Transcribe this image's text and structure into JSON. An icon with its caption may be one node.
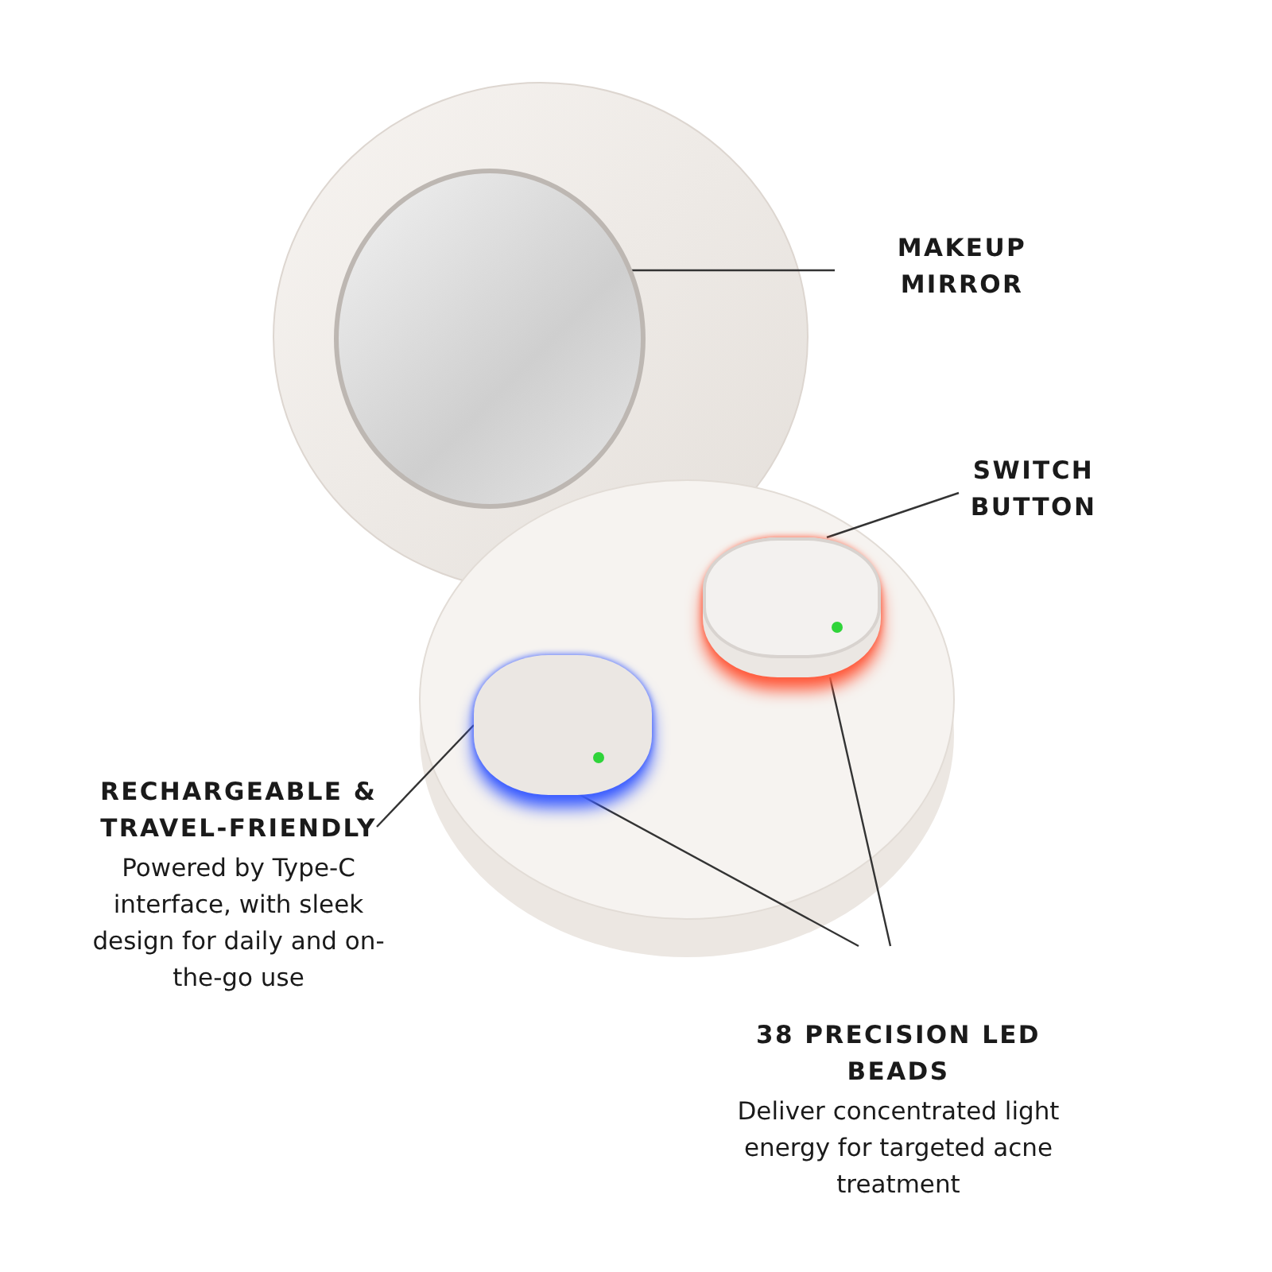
{
  "diagram": {
    "nodes": [
      {
        "text": [
          "MAKEUP MIRROR"
        ]
      },
      {
        "text": [],
        "shape": "circle"
      },
      {
        "text": [
          "SWITCH BUTTON"
        ]
      },
      {
        "text": [],
        "shape": "box"
      },
      {
        "text": [],
        "shape": "box",
        "in": 3
      },
      {
        "text": [
          "RECHARGEABLE & TRAVEL-FRIENDLY",
          "Powered by Type-C interface, with sleek design for daily and on-the-go use"
        ]
      },
      {
        "text": [],
        "shape": "box"
      },
      {
        "text": [
          "38 PRECISION LED BEADS",
          "Deliver concentrated light energy for targeted acne treatment"
        ]
      }
    ],
    "edges": [
      {
        "from": 0,
        "to": 1,
        "arrow": "none"
      },
      {
        "from": 2,
        "to": 4,
        "arrow": "none"
      },
      {
        "from": 5,
        "to": 6,
        "arrow": "none"
      },
      {
        "from": 7,
        "to": 6,
        "arrow": "none"
      },
      {
        "from": 7,
        "to": 3,
        "arrow": "none"
      }
    ]
  }
}
